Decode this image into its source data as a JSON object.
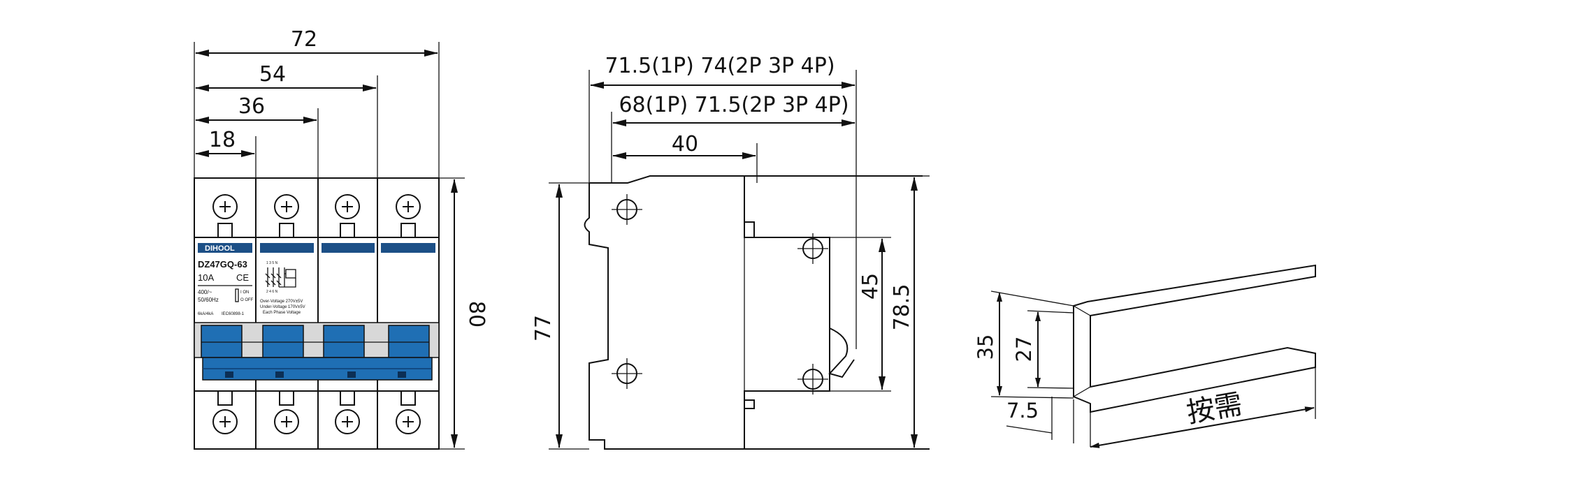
{
  "front_view": {
    "width_labels": [
      "72",
      "54",
      "36",
      "18"
    ],
    "height_label": "80",
    "brand": "DIHOOL",
    "model": "DZ47GQ-63",
    "rating": "10A",
    "ce_mark": "CE",
    "voltage": "400/~",
    "frequency": "50/60Hz",
    "switch_on": "I ON",
    "switch_off": "O OFF",
    "capacity": "6kA/4kA",
    "standard": "IEC60898-1",
    "terminal_numbers_top": "1 3 5 N",
    "terminal_numbers_bottom": "2 4 6 N",
    "note_line1": "Over-Voltage 270V±5V",
    "note_line2": "Under-Voltage 170V±5V",
    "note_line3": "Each Phase Voltage",
    "colors": {
      "blue": "#1f6fb4",
      "navy": "#1c4f86",
      "grey": "#d0d0d0"
    }
  },
  "side_view": {
    "top_label": "71.5(1P) 74(2P 3P 4P)",
    "second_label": "68(1P) 71.5(2P 3P 4P)",
    "depth_label": "40",
    "height_left": "77",
    "height_right": "78.5",
    "rail_label": "45"
  },
  "rail_view": {
    "height_outer": "35",
    "height_inner": "27",
    "flange": "7.5",
    "length_text": "按需"
  }
}
